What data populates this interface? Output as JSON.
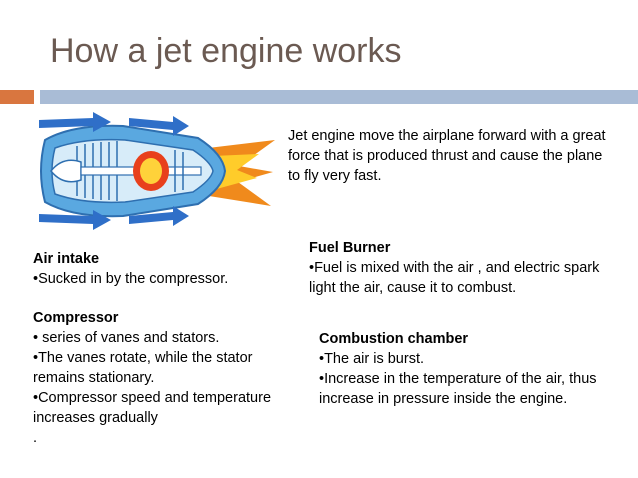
{
  "slide": {
    "title": "How a jet engine works",
    "intro": "Jet engine move the airplane forward with a great force that is produced thrust and cause the plane to fly very fast.",
    "colors": {
      "accent": "#d9763f",
      "bar": "#a9bcd6",
      "title": "#6b5a52"
    }
  },
  "sections": {
    "air_intake": {
      "heading": "Air intake",
      "lines": [
        "•Sucked in by the compressor."
      ]
    },
    "compressor": {
      "heading": "Compressor",
      "lines": [
        "• series of vanes and stators.",
        "•The vanes rotate, while the stator remains stationary.",
        "•Compressor speed and temperature  increases gradually",
        "."
      ]
    },
    "fuel_burner": {
      "heading": "Fuel Burner",
      "lines": [
        "•Fuel is mixed with the air , and electric spark light the air, cause it to combust."
      ]
    },
    "combustion_chamber": {
      "heading": "Combustion chamber",
      "lines": [
        "•The air is burst.",
        "•Increase in the temperature of the air, thus increase in pressure inside the engine."
      ]
    }
  },
  "illustration": {
    "icon": "jet-engine-cutaway-icon"
  }
}
